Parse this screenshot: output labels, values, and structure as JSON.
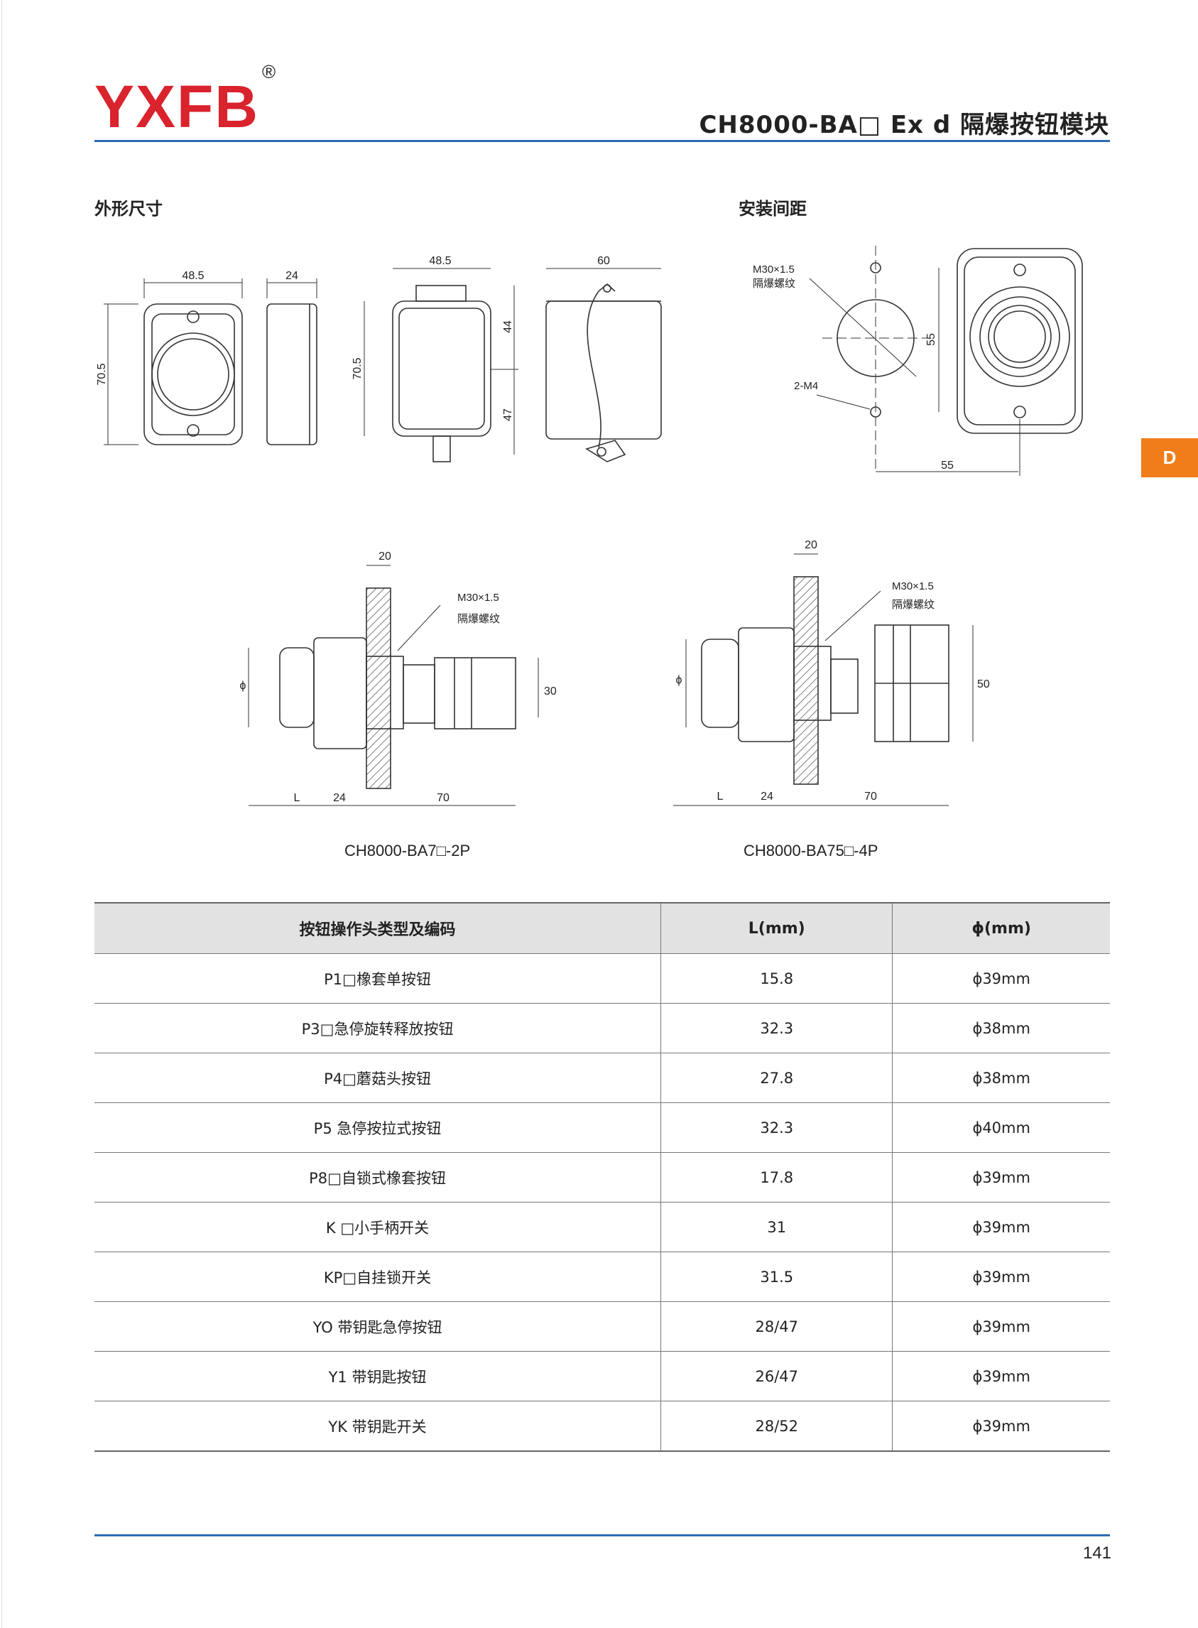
{
  "header": {
    "brand": "YXFB",
    "registered": "®",
    "title": "CH8000-BA□ Ex d 隔爆按钮模块"
  },
  "sections": {
    "dimensions": "外形尺寸",
    "mounting": "安装间距"
  },
  "side_tab": "D",
  "drawing_labels": {
    "w48_5": "48.5",
    "w24": "24",
    "h70_5": "70.5",
    "w60": "60",
    "d44": "44",
    "d47": "47",
    "thread": "M30×1.5",
    "thread_cn": "隔爆螺纹",
    "screw": "2-M4",
    "s55": "55",
    "d20": "20",
    "d30": "30",
    "d50": "50",
    "phi": "ϕ",
    "L": "L",
    "d70": "70"
  },
  "captions": {
    "left": "CH8000-BA7□-2P",
    "right": "CH8000-BA75□-4P"
  },
  "table": {
    "headers": [
      "按钮操作头类型及编码",
      "L(mm)",
      "ϕ(mm)"
    ],
    "rows": [
      [
        "P1□橡套单按钮",
        "15.8",
        "ϕ39mm"
      ],
      [
        "P3□急停旋转释放按钮",
        "32.3",
        "ϕ38mm"
      ],
      [
        "P4□蘑菇头按钮",
        "27.8",
        "ϕ38mm"
      ],
      [
        "P5 急停按拉式按钮",
        "32.3",
        "ϕ40mm"
      ],
      [
        "P8□自锁式橡套按钮",
        "17.8",
        "ϕ39mm"
      ],
      [
        "K □小手柄开关",
        "31",
        "ϕ39mm"
      ],
      [
        "KP□自挂锁开关",
        "31.5",
        "ϕ39mm"
      ],
      [
        "YO 带钥匙急停按钮",
        "28/47",
        "ϕ39mm"
      ],
      [
        "Y1 带钥匙按钮",
        "26/47",
        "ϕ39mm"
      ],
      [
        "YK 带钥匙开关",
        "28/52",
        "ϕ39mm"
      ]
    ]
  },
  "page_number": "141"
}
